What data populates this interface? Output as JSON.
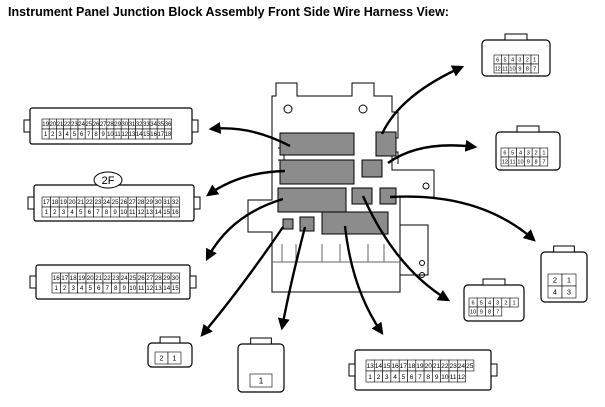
{
  "title": "Instrument Panel Junction Block Assembly Front Side Wire Harness View:",
  "connectors": {
    "c_a": {
      "label": "",
      "rows": [
        [
          "19",
          "20",
          "21",
          "22",
          "23",
          "24",
          "25",
          "26",
          "27",
          "28",
          "29",
          "30",
          "31",
          "32",
          "33",
          "34",
          "35",
          "36"
        ],
        [
          "1",
          "2",
          "3",
          "4",
          "5",
          "6",
          "7",
          "8",
          "9",
          "10",
          "11",
          "12",
          "13",
          "14",
          "15",
          "16",
          "17",
          "18"
        ]
      ]
    },
    "c_b": {
      "label": "2F",
      "rows": [
        [
          "17",
          "18",
          "19",
          "20",
          "21",
          "22",
          "23",
          "24",
          "25",
          "26",
          "27",
          "28",
          "29",
          "30",
          "31",
          "32"
        ],
        [
          "1",
          "2",
          "3",
          "4",
          "5",
          "6",
          "7",
          "8",
          "9",
          "10",
          "11",
          "12",
          "13",
          "14",
          "15",
          "16"
        ]
      ]
    },
    "c_c": {
      "label": "",
      "rows": [
        [
          "16",
          "17",
          "18",
          "19",
          "20",
          "21",
          "22",
          "23",
          "24",
          "25",
          "26",
          "27",
          "28",
          "29",
          "30"
        ],
        [
          "1",
          "2",
          "3",
          "4",
          "5",
          "6",
          "7",
          "8",
          "9",
          "10",
          "11",
          "12",
          "13",
          "14",
          "15"
        ]
      ]
    },
    "c_d": {
      "label": "",
      "rows": [
        [
          "2",
          "1"
        ]
      ]
    },
    "c_e": {
      "label": "",
      "rows": [
        [
          "1"
        ]
      ]
    },
    "c_f": {
      "label": "",
      "rows": [
        [
          "13",
          "14",
          "15",
          "16",
          "17",
          "18",
          "19",
          "20",
          "21",
          "22",
          "23",
          "24",
          "25"
        ],
        [
          "1",
          "2",
          "3",
          "4",
          "5",
          "6",
          "7",
          "8",
          "9",
          "10",
          "11",
          "12"
        ]
      ]
    },
    "c_g": {
      "label": "",
      "rows": [
        [
          "6",
          "5",
          "4",
          "3",
          "2",
          "1"
        ],
        [
          "12",
          "11",
          "10",
          "9",
          "8",
          "7"
        ]
      ]
    },
    "c_h": {
      "label": "",
      "rows": [
        [
          "6",
          "5",
          "4",
          "3",
          "2",
          "1"
        ],
        [
          "12",
          "11",
          "10",
          "9",
          "8",
          "7"
        ]
      ]
    },
    "c_i": {
      "label": "",
      "rows": [
        [
          "6",
          "5",
          "4",
          "3",
          "2",
          "1"
        ],
        [
          "10",
          "9",
          "8",
          "7"
        ]
      ]
    },
    "c_j": {
      "label": "",
      "rows": [
        [
          "2",
          "1"
        ],
        [
          "4",
          "3"
        ]
      ]
    }
  }
}
